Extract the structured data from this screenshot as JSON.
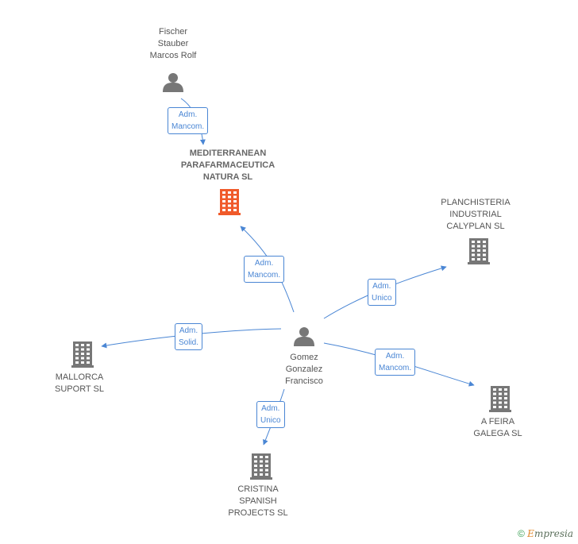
{
  "colors": {
    "edge": "#4a86d4",
    "person_icon": "#777777",
    "company_icon": "#777777",
    "focus_company_icon": "#f05a2a"
  },
  "nodes": {
    "fischer": {
      "label_lines": [
        "Fischer",
        "Stauber",
        "Marcos Rolf"
      ],
      "icon": "person-icon"
    },
    "mediterranean": {
      "label_lines": [
        "MEDITERRANEAN",
        "PARAFARMACEUTICA",
        "NATURA SL"
      ],
      "icon": "building-icon"
    },
    "planchisteria": {
      "label_lines": [
        "PLANCHISTERIA",
        "INDUSTRIAL",
        "CALYPLAN SL"
      ],
      "icon": "building-icon"
    },
    "gomez": {
      "label_lines": [
        "Gomez",
        "Gonzalez",
        "Francisco"
      ],
      "icon": "person-icon"
    },
    "mallorca": {
      "label_lines": [
        "MALLORCA",
        "SUPORT SL"
      ],
      "icon": "building-icon"
    },
    "afeira": {
      "label_lines": [
        "A FEIRA",
        "GALEGA  SL"
      ],
      "icon": "building-icon"
    },
    "cristina": {
      "label_lines": [
        "CRISTINA",
        "SPANISH",
        "PROJECTS SL"
      ],
      "icon": "building-icon"
    }
  },
  "edges": {
    "fischer_mediterranean": {
      "lines": [
        "Adm.",
        "Mancom."
      ]
    },
    "gomez_mediterranean": {
      "lines": [
        "Adm.",
        "Mancom."
      ]
    },
    "gomez_planchisteria": {
      "lines": [
        "Adm.",
        "Unico"
      ]
    },
    "gomez_mallorca": {
      "lines": [
        "Adm.",
        "Solid."
      ]
    },
    "gomez_afeira": {
      "lines": [
        "Adm.",
        "Mancom."
      ]
    },
    "gomez_cristina": {
      "lines": [
        "Adm.",
        "Unico"
      ]
    }
  },
  "footer": {
    "copyright_symbol": "©",
    "brand_initial": "E",
    "brand_rest": "mpresia"
  }
}
